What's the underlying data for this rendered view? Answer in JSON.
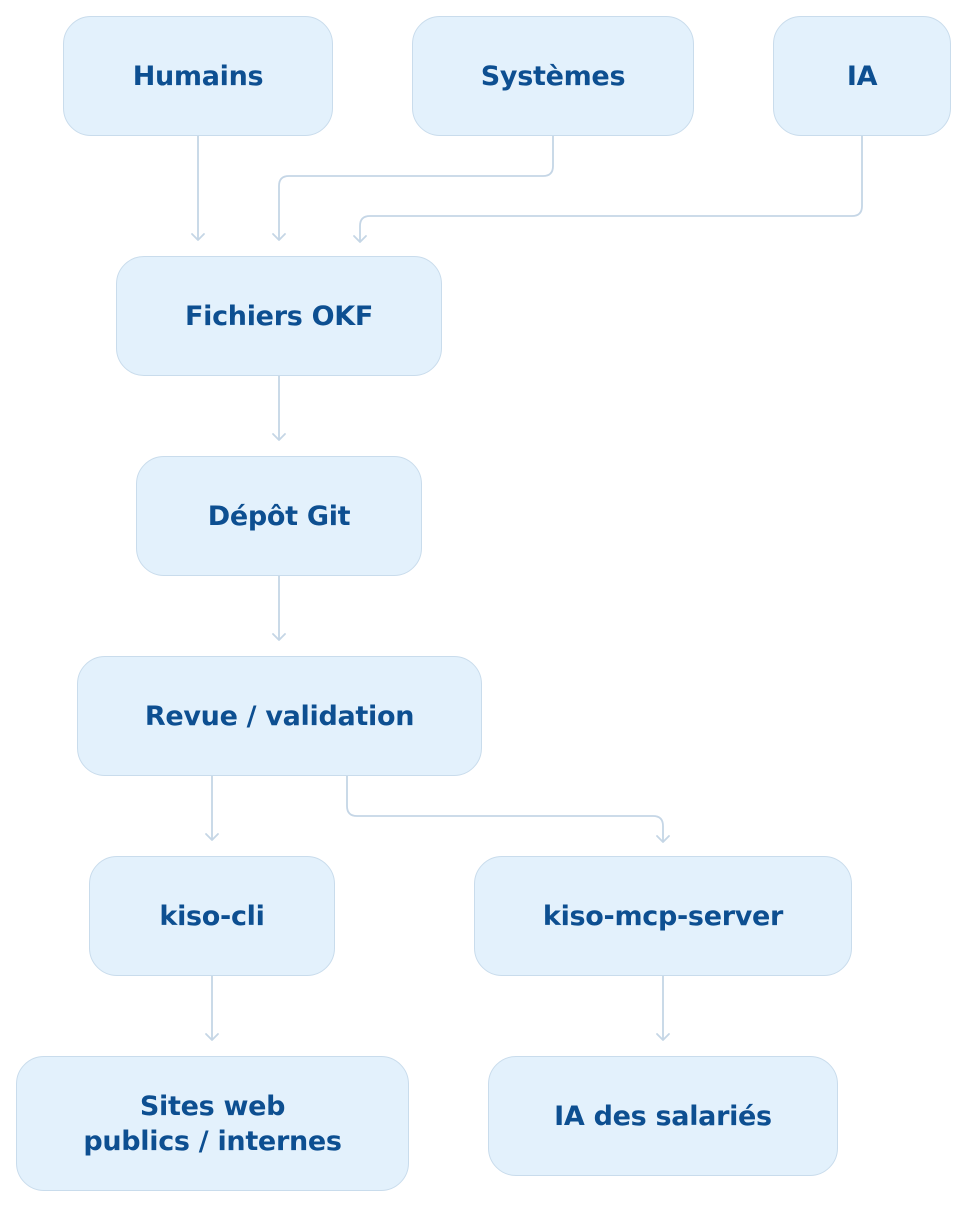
{
  "diagram": {
    "nodes": [
      {
        "id": "humains",
        "label": "Humains"
      },
      {
        "id": "systemes",
        "label": "Systèmes"
      },
      {
        "id": "ia",
        "label": "IA"
      },
      {
        "id": "fichiers-okf",
        "label": "Fichiers OKF"
      },
      {
        "id": "depot-git",
        "label": "Dépôt Git"
      },
      {
        "id": "revue-validation",
        "label": "Revue / validation"
      },
      {
        "id": "kiso-cli",
        "label": "kiso-cli"
      },
      {
        "id": "kiso-mcp-server",
        "label": "kiso-mcp-server"
      },
      {
        "id": "sites-web",
        "label": "Sites web\npublics / internes"
      },
      {
        "id": "ia-salaries",
        "label": "IA des salariés"
      }
    ],
    "edges": [
      {
        "from": "humains",
        "to": "fichiers-okf"
      },
      {
        "from": "systemes",
        "to": "fichiers-okf"
      },
      {
        "from": "ia",
        "to": "fichiers-okf"
      },
      {
        "from": "fichiers-okf",
        "to": "depot-git"
      },
      {
        "from": "depot-git",
        "to": "revue-validation"
      },
      {
        "from": "revue-validation",
        "to": "kiso-cli"
      },
      {
        "from": "revue-validation",
        "to": "kiso-mcp-server"
      },
      {
        "from": "kiso-cli",
        "to": "sites-web"
      },
      {
        "from": "kiso-mcp-server",
        "to": "ia-salaries"
      }
    ],
    "colors": {
      "node_fill": "#e3f1fc",
      "node_border": "#c9dcec",
      "text": "#0d4f91",
      "edge": "#c5d6e6"
    }
  }
}
